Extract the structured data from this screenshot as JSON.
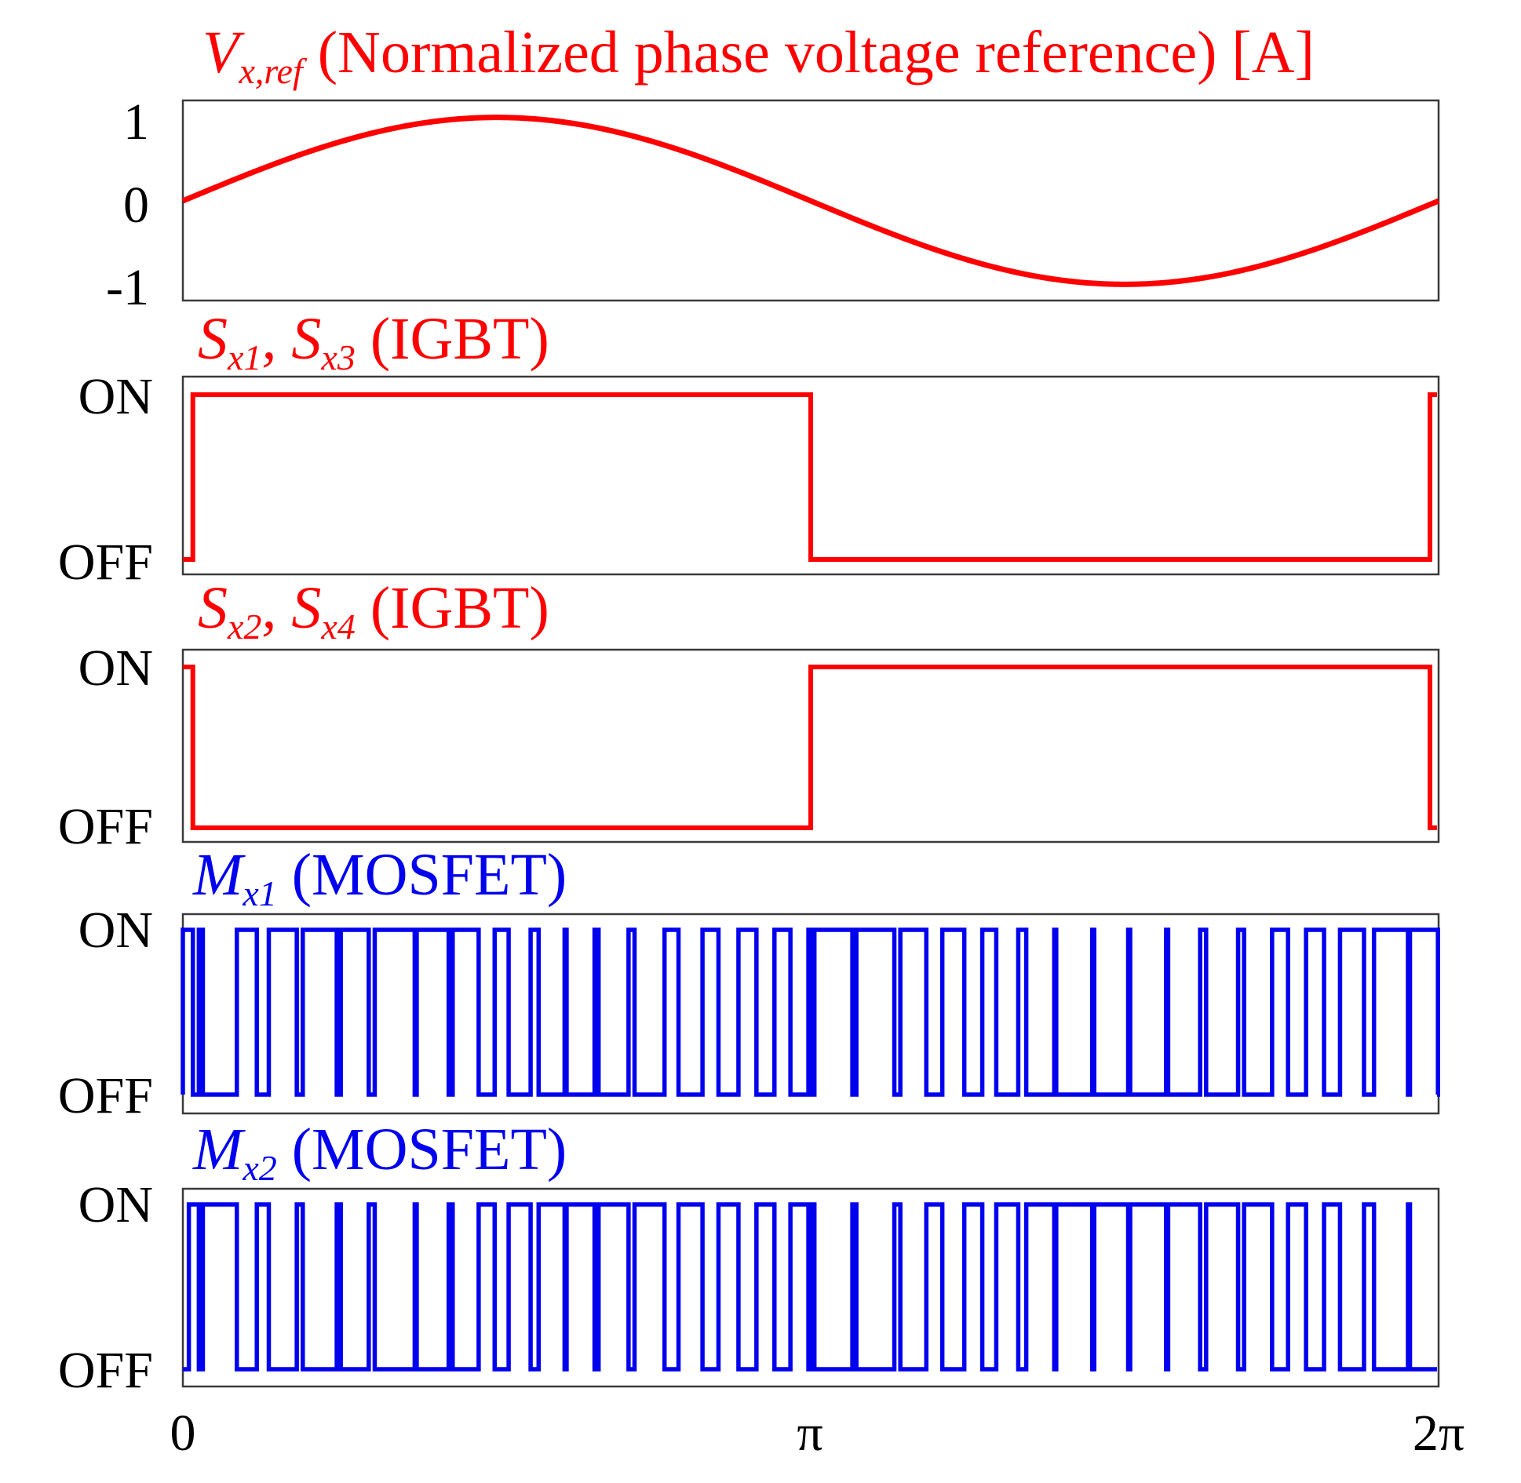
{
  "colors": {
    "red": "#ff0000",
    "blue": "#0000ee"
  },
  "x_axis": {
    "ticks": [
      "0",
      "π",
      "2π"
    ],
    "range": [
      0,
      6.2832
    ]
  },
  "panels": [
    {
      "title": {
        "main": "V",
        "sub": "x,ref",
        "rest": " (Normalized phase voltage reference) [A]"
      },
      "y_ticks": [
        "1",
        "0",
        "-1"
      ]
    },
    {
      "title": {
        "a": "S",
        "a_sub": "x1",
        "sep": ", ",
        "b": "S",
        "b_sub": "x3",
        "rest": " (IGBT)"
      },
      "y_ticks": [
        "ON",
        "OFF"
      ]
    },
    {
      "title": {
        "a": "S",
        "a_sub": "x2",
        "sep": ", ",
        "b": "S",
        "b_sub": "x4",
        "rest": " (IGBT)"
      },
      "y_ticks": [
        "ON",
        "OFF"
      ]
    },
    {
      "title": {
        "a": "M",
        "a_sub": "x1",
        "rest": " (MOSFET)"
      },
      "y_ticks": [
        "ON",
        "OFF"
      ]
    },
    {
      "title": {
        "a": "M",
        "a_sub": "x2",
        "rest": " (MOSFET)"
      },
      "y_ticks": [
        "ON",
        "OFF"
      ]
    }
  ],
  "chart_data": [
    {
      "type": "line",
      "series": [
        {
          "function": "sin(x)",
          "color": "#ff0000"
        }
      ],
      "xlim": [
        0,
        6.2832
      ],
      "ylim": [
        -1.1,
        1.1
      ],
      "y_ticks": [
        1,
        0,
        -1
      ]
    },
    {
      "type": "line",
      "step": true,
      "ylim": [
        0,
        1
      ],
      "series": [
        {
          "color": "#ff0000",
          "transitions": [
            {
              "x": 0,
              "state": 0
            },
            {
              "x": 0.05,
              "state": 1
            },
            {
              "x": 3.1416,
              "state": 0
            },
            {
              "x": 6.24,
              "state": 1
            }
          ]
        }
      ]
    },
    {
      "type": "line",
      "step": true,
      "ylim": [
        0,
        1
      ],
      "series": [
        {
          "color": "#ff0000",
          "transitions": [
            {
              "x": 0,
              "state": 1
            },
            {
              "x": 0.05,
              "state": 0
            },
            {
              "x": 3.1416,
              "state": 1
            },
            {
              "x": 6.24,
              "state": 0
            }
          ]
        }
      ]
    },
    {
      "type": "line",
      "step": true,
      "ylim": [
        0,
        1
      ],
      "series": [
        {
          "color": "#0000ee",
          "pulses_on": [
            [
              0.0,
              0.05
            ],
            [
              0.08,
              0.1
            ],
            [
              0.27,
              0.37
            ],
            [
              0.43,
              0.57
            ],
            [
              0.6,
              0.77
            ],
            [
              0.79,
              0.93
            ],
            [
              0.96,
              1.16
            ],
            [
              1.17,
              1.33
            ],
            [
              1.35,
              1.48
            ],
            [
              1.56,
              1.63
            ],
            [
              1.74,
              1.78
            ],
            [
              1.91,
              1.92
            ],
            [
              2.06,
              2.08
            ],
            [
              2.23,
              2.26
            ],
            [
              2.41,
              2.48
            ],
            [
              2.6,
              2.68
            ],
            [
              2.78,
              2.87
            ],
            [
              2.96,
              3.04
            ],
            [
              3.13,
              3.14
            ],
            [
              3.16,
              3.35
            ],
            [
              3.37,
              3.56
            ],
            [
              3.59,
              3.72
            ],
            [
              3.8,
              3.91
            ],
            [
              4.0,
              4.07
            ],
            [
              4.18,
              4.22
            ],
            [
              4.36,
              4.37
            ],
            [
              4.55,
              4.56
            ],
            [
              4.73,
              4.74
            ],
            [
              4.92,
              4.93
            ],
            [
              5.09,
              5.12
            ],
            [
              5.28,
              5.31
            ],
            [
              5.45,
              5.53
            ],
            [
              5.62,
              5.71
            ],
            [
              5.79,
              5.91
            ],
            [
              5.96,
              6.13
            ],
            [
              6.14,
              6.28
            ]
          ]
        }
      ]
    },
    {
      "type": "line",
      "step": true,
      "ylim": [
        0,
        1
      ],
      "series": [
        {
          "color": "#0000ee",
          "pulses_on": [
            [
              0.03,
              0.08
            ],
            [
              0.1,
              0.27
            ],
            [
              0.37,
              0.43
            ],
            [
              0.57,
              0.6
            ],
            [
              0.77,
              0.79
            ],
            [
              0.93,
              0.96
            ],
            [
              1.16,
              1.17
            ],
            [
              1.33,
              1.35
            ],
            [
              1.48,
              1.56
            ],
            [
              1.63,
              1.74
            ],
            [
              1.78,
              1.91
            ],
            [
              1.92,
              2.06
            ],
            [
              2.08,
              2.23
            ],
            [
              2.26,
              2.41
            ],
            [
              2.48,
              2.6
            ],
            [
              2.68,
              2.78
            ],
            [
              2.87,
              2.96
            ],
            [
              3.04,
              3.13
            ],
            [
              3.14,
              3.16
            ],
            [
              3.35,
              3.37
            ],
            [
              3.56,
              3.59
            ],
            [
              3.72,
              3.8
            ],
            [
              3.91,
              4.0
            ],
            [
              4.07,
              4.18
            ],
            [
              4.22,
              4.36
            ],
            [
              4.37,
              4.55
            ],
            [
              4.56,
              4.73
            ],
            [
              4.74,
              4.92
            ],
            [
              4.93,
              5.09
            ],
            [
              5.12,
              5.28
            ],
            [
              5.31,
              5.45
            ],
            [
              5.53,
              5.62
            ],
            [
              5.71,
              5.79
            ],
            [
              5.91,
              5.96
            ],
            [
              6.13,
              6.14
            ]
          ]
        }
      ]
    }
  ]
}
